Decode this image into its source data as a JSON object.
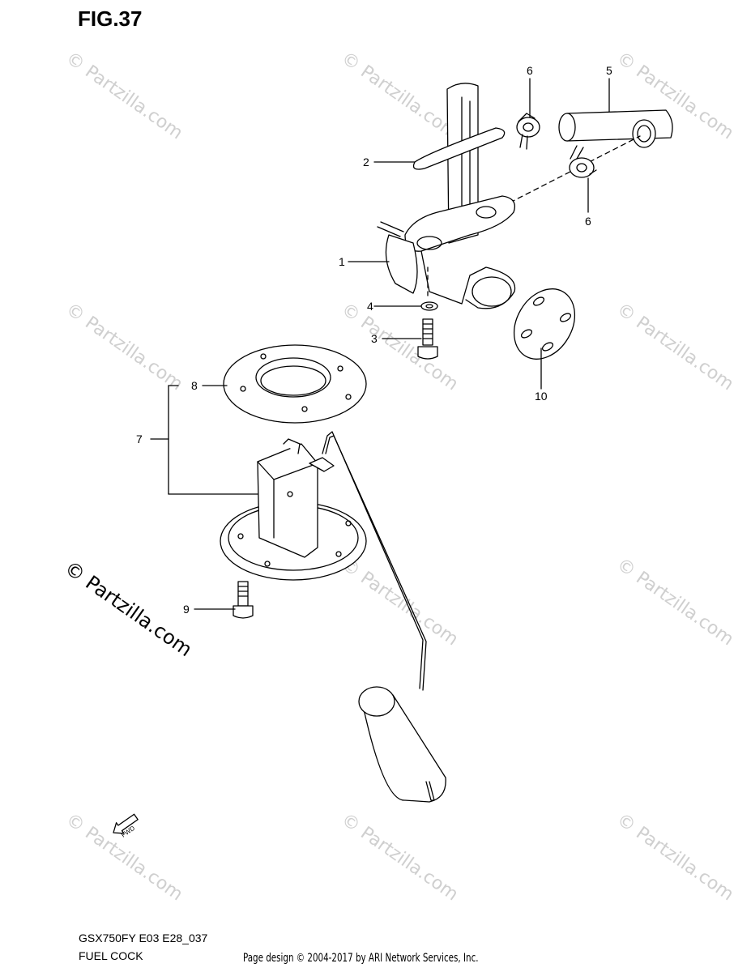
{
  "figure": {
    "title": "FIG.37"
  },
  "callouts": {
    "c1": "1",
    "c2": "2",
    "c3": "3",
    "c4": "4",
    "c5": "5",
    "c6a": "6",
    "c6b": "6",
    "c7": "7",
    "c8": "8",
    "c9": "9",
    "c10": "10"
  },
  "watermark": {
    "small": "© Partzilla.com",
    "large": "© Partzilla.com"
  },
  "fwd_label": "FWD",
  "footer": {
    "model_code": "GSX750FY E03 E28_037",
    "section_name": "FUEL COCK",
    "credit": "Page design © 2004-2017 by ARI Network Services, Inc."
  },
  "colors": {
    "line": "#000000",
    "watermark": "#cfcfcf",
    "background": "#ffffff"
  }
}
